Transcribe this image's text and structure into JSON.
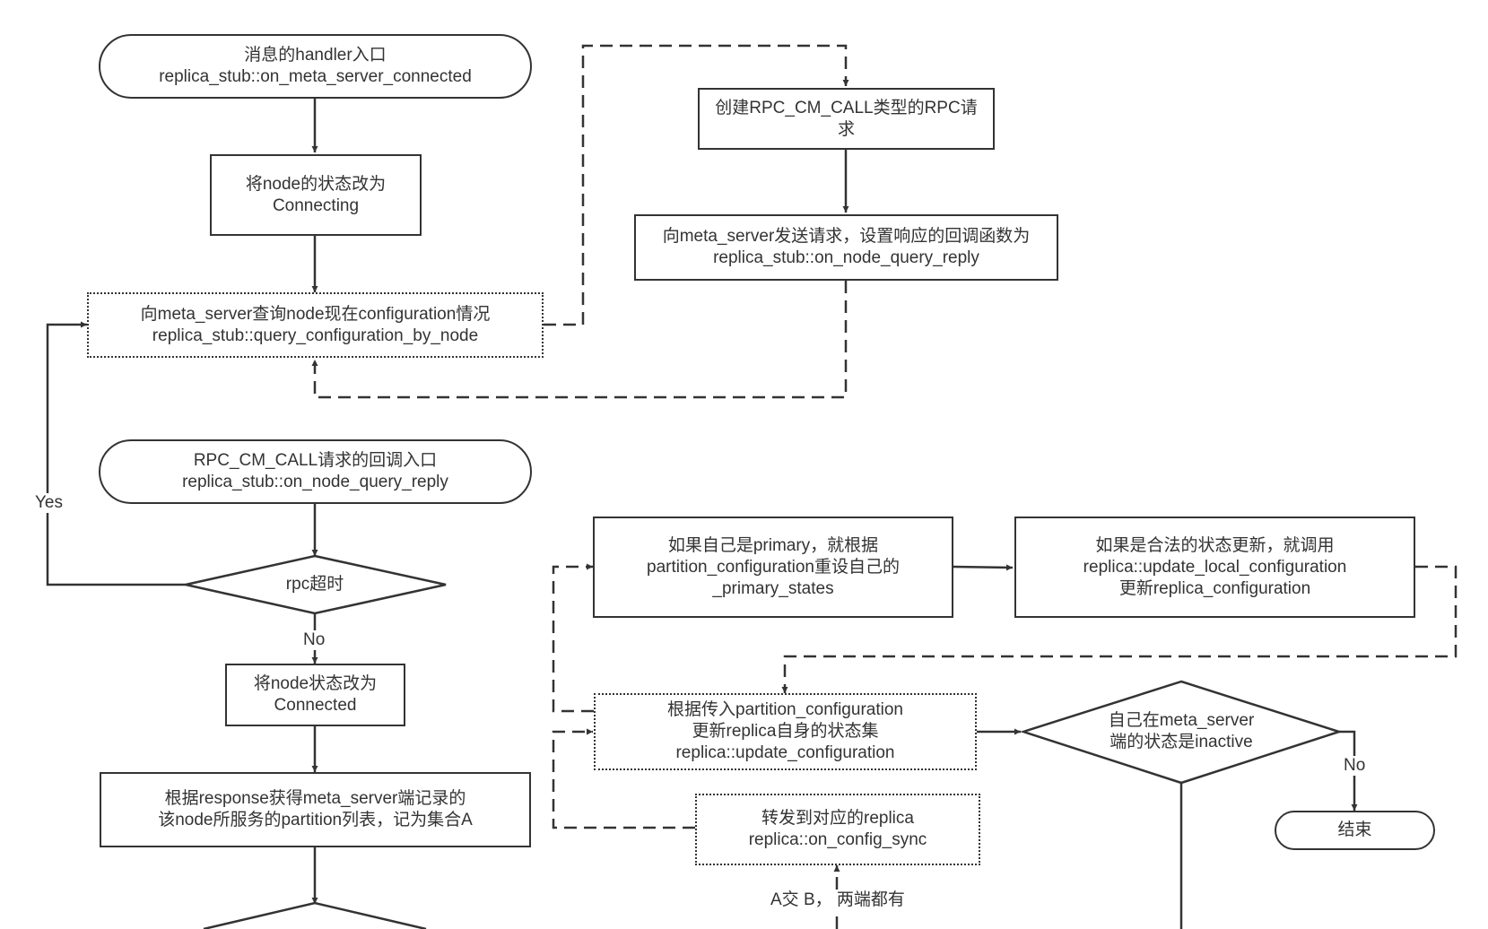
{
  "nodes": {
    "handler_entry": "消息的handler入口\nreplica_stub::on_meta_server_connected",
    "set_connecting": "将node的状态改为\nConnecting",
    "query_config": "向meta_server查询node现在configuration情况\nreplica_stub::query_configuration_by_node",
    "create_rpc": "创建RPC_CM_CALL类型的RPC请\n求",
    "send_request": "向meta_server发送请求，设置响应的回调函数为\nreplica_stub::on_node_query_reply",
    "callback_entry": "RPC_CM_CALL请求的回调入口\nreplica_stub::on_node_query_reply",
    "rpc_timeout": "rpc超时",
    "set_connected": "将node状态改为\nConnected",
    "get_partitions": "根据response获得meta_server端记录的\n该node所服务的partition列表，记为集合A",
    "primary_reset": "如果自己是primary，就根据\npartition_configuration重设自己的\n_primary_states",
    "update_local": "如果是合法的状态更新，就调用\nreplica::update_local_configuration\n更新replica_configuration",
    "update_config": "根据传入partition_configuration\n更新replica自身的状态集\nreplica::update_configuration",
    "inactive_check": "自己在meta_server\n端的状态是inactive",
    "forward_replica": "转发到对应的replica\nreplica::on_config_sync",
    "end": "结束"
  },
  "labels": {
    "yes": "Yes",
    "no_timeout": "No",
    "no_inactive": "No",
    "intersection": "A交 B， 两端都有"
  },
  "colors": {
    "stroke": "#333333",
    "text": "#333333",
    "background": "#ffffff"
  }
}
